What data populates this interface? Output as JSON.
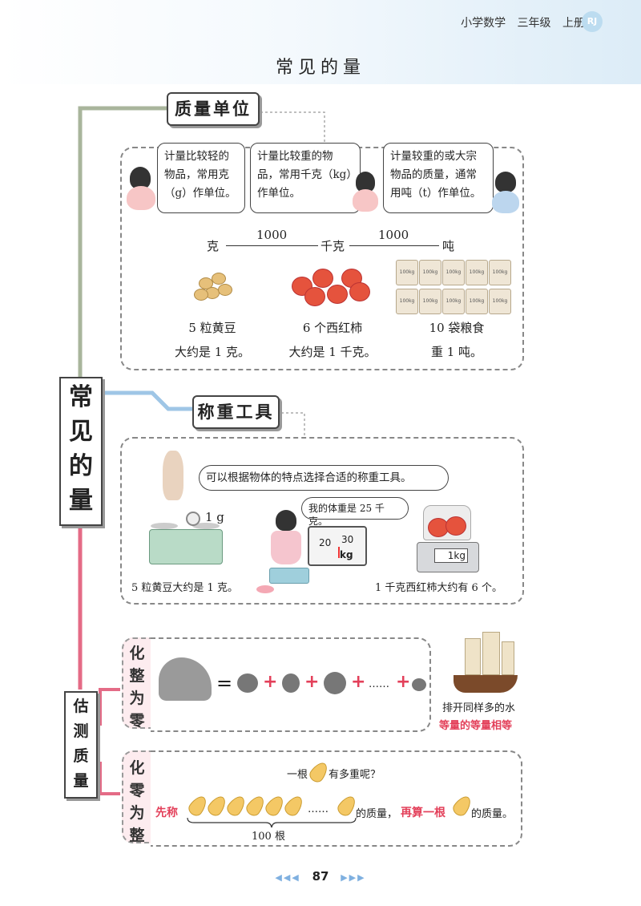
{
  "header": {
    "book": "小学数学",
    "grade": "三年级",
    "volume": "上册",
    "badge": "RJ"
  },
  "page_title": "常见的量",
  "central_node": {
    "chars": [
      "常",
      "见",
      "的",
      "量"
    ]
  },
  "section1": {
    "title": "质量单位",
    "bubble_g": "计量比较轻的物品，常用克（g）作单位。",
    "bubble_kg": "计量比较重的物品，常用千克（kg）作单位。",
    "bubble_t": "计量较重的或大宗物品的质量，通常用吨（t）作单位。",
    "scale": {
      "unit_g": "克",
      "factor_1": "1000",
      "unit_kg": "千克",
      "factor_2": "1000",
      "unit_t": "吨"
    },
    "examples": [
      {
        "line1": "5 粒黄豆",
        "line2": "大约是 1 克。"
      },
      {
        "line1": "6 个西红柿",
        "line2": "大约是 1 千克。"
      },
      {
        "line1": "10 袋粮食",
        "line2": "重 1 吨。"
      }
    ],
    "sack_label": "100kg"
  },
  "section2": {
    "title": "称重工具",
    "rabbit_speech": "可以根据物体的特点选择合适的称重工具。",
    "balance_weight": "1 g",
    "girl_speech": "我的体重是 25 千克。",
    "scale_ticks": {
      "left": "20",
      "right": "30",
      "unit": "kg"
    },
    "digital_display": "1kg",
    "caption_left": "5 粒黄豆大约是 1 克。",
    "caption_right": "1 千克西红柿大约有 6 个。"
  },
  "estimate_node": {
    "chars": [
      "估",
      "测",
      "质",
      "量"
    ]
  },
  "section3": {
    "tab": [
      "化",
      "整",
      "为",
      "零"
    ],
    "equals": "=",
    "plus": "+",
    "ellipsis": "……",
    "ship_line1": "排开同样多的水",
    "ship_line2": "等量的等量相等"
  },
  "section4": {
    "tab": [
      "化",
      "零",
      "为",
      "整"
    ],
    "question_pre": "一根",
    "question_post": "有多重呢？",
    "first": "先称",
    "ellipsis": "……",
    "mass_a": "的质量，",
    "then": "再算一根",
    "mass_b": "的质量。",
    "count": "100 根"
  },
  "footer": {
    "arrows_left": "◀◀◀",
    "page_number": "87",
    "arrows_right": "▶▶▶"
  },
  "colors": {
    "accent_red": "#e3405a",
    "accent_blue": "#9fc6e6",
    "connector_green": "#a9b59c"
  }
}
